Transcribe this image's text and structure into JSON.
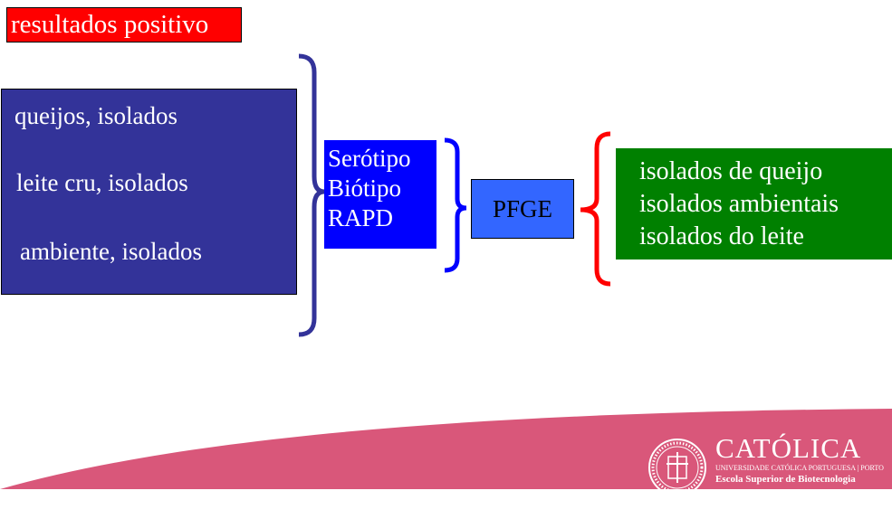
{
  "title": "resultados positivo",
  "sources": [
    "queijos,  isolados",
    "leite cru, isolados",
    "ambiente, isolados"
  ],
  "typing_methods": [
    "Serótipo",
    "Biótipo",
    "RAPD"
  ],
  "pfge": "PFGE",
  "results": [
    "isolados de queijo",
    "isolados ambientais",
    "isolados do leite"
  ],
  "logo": {
    "name": "CATÓLICA",
    "university": "UNIVERSIDADE CATÓLICA PORTUGUESA | PORTO",
    "school": "Escola Superior de Biotecnologia"
  },
  "colors": {
    "title_bg": "#ff0000",
    "sources_bg": "#333399",
    "typing_bg": "#0000ff",
    "pfge_bg": "#3366ff",
    "results_bg": "#008000",
    "footer_band": "#d9577a"
  }
}
